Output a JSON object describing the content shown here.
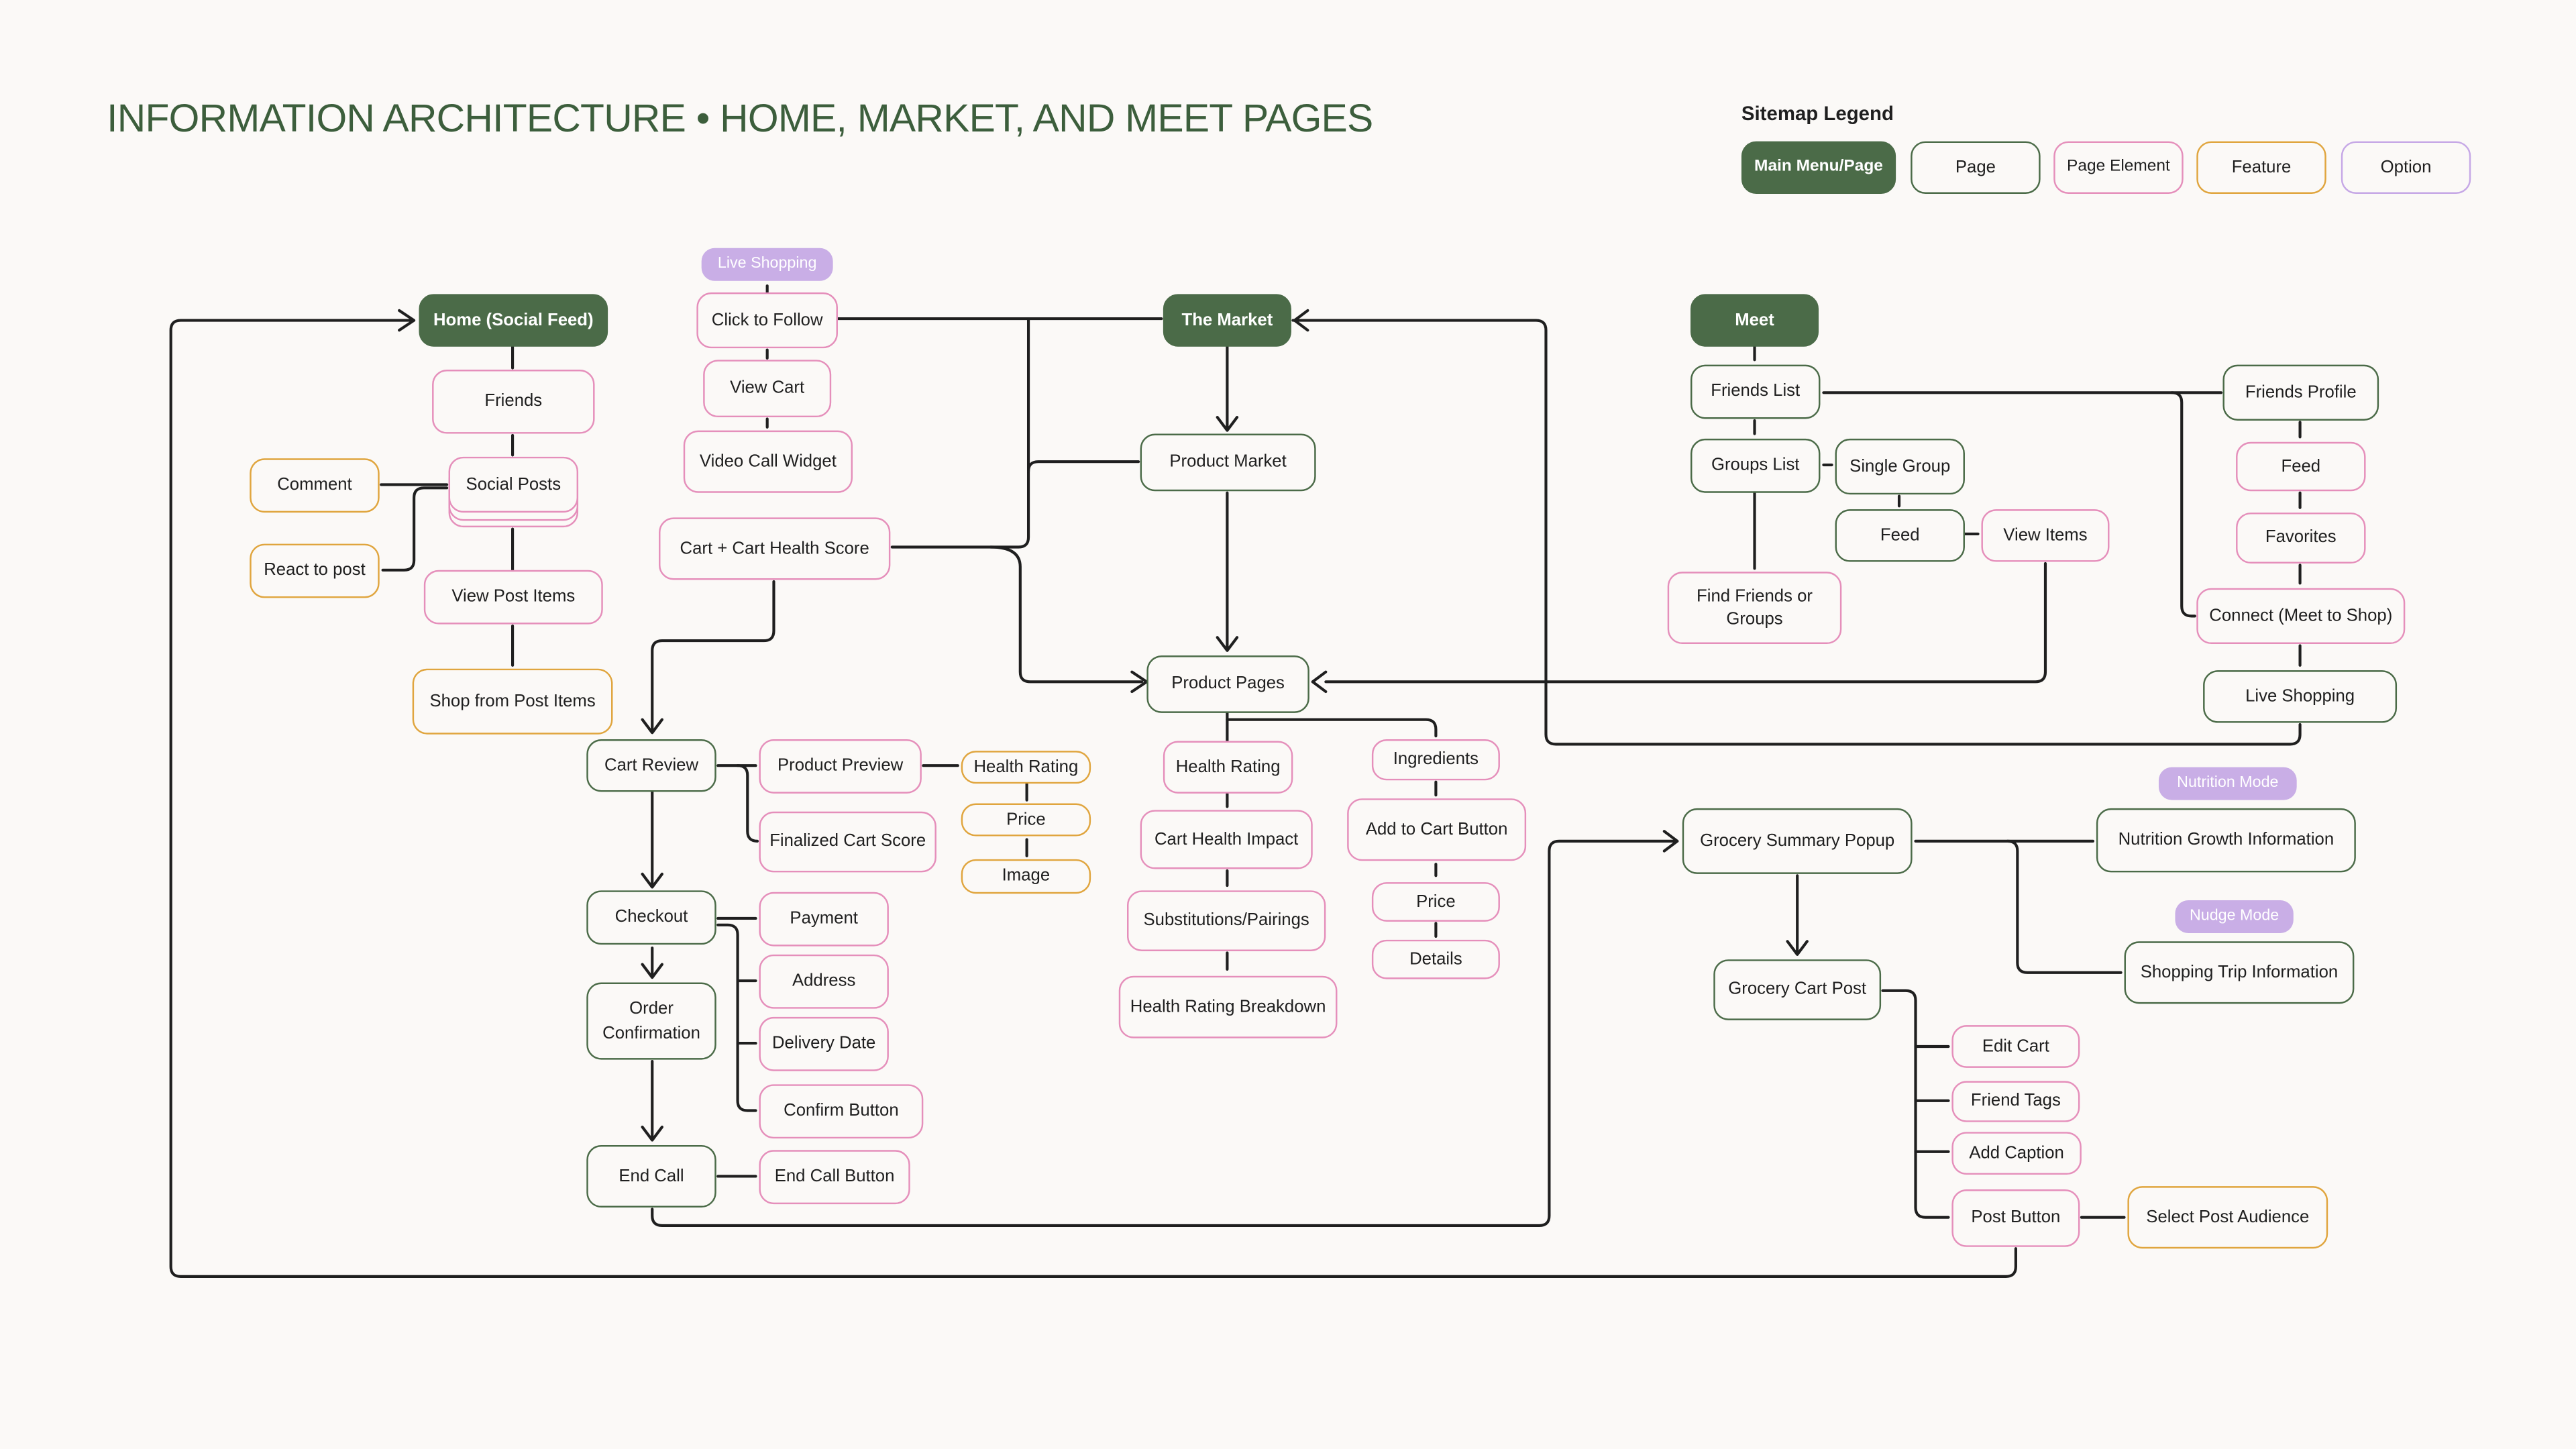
{
  "title": "INFORMATION ARCHITECTURE • HOME, MARKET, AND MEET PAGES",
  "legend": {
    "title": "Sitemap Legend",
    "main": "Main Menu/Page",
    "page": "Page",
    "element": "Page Element",
    "feature": "Feature",
    "option": "Option"
  },
  "colors": {
    "main_fill": "#4b6b48",
    "page_border": "#4b6b48",
    "element_border": "#e58fbb",
    "feature_border": "#e0a53e",
    "option_fill": "#c9aee6",
    "background": "#fbf9f7"
  },
  "home": {
    "main": "Home (Social Feed)",
    "friends": "Friends",
    "social_posts": "Social Posts",
    "comment": "Comment",
    "react": "React to post",
    "view_post_items": "View Post Items",
    "shop_from_post": "Shop from Post Items"
  },
  "live": {
    "tag": "Live Shopping",
    "click_follow": "Click to Follow",
    "view_cart": "View Cart",
    "video_widget": "Video Call Widget",
    "cart_score": "Cart + Cart Health Score"
  },
  "market": {
    "main": "The Market",
    "product_market": "Product Market",
    "product_pages": "Product Pages",
    "health_rating": "Health Rating",
    "cart_impact": "Cart Health Impact",
    "substitutions": "Substitutions/Pairings",
    "rating_breakdown": "Health Rating Breakdown",
    "ingredients": "Ingredients",
    "add_to_cart": "Add to Cart Button",
    "price": "Price",
    "details": "Details"
  },
  "checkout": {
    "cart_review": "Cart Review",
    "product_preview": "Product Preview",
    "health_rating": "Health Rating",
    "price": "Price",
    "image": "Image",
    "finalized_score": "Finalized Cart Score",
    "checkout": "Checkout",
    "payment": "Payment",
    "address": "Address",
    "delivery_date": "Delivery Date",
    "confirm_button": "Confirm Button",
    "order_confirmation": "Order Confirmation",
    "end_call": "End Call",
    "end_call_button": "End Call Button"
  },
  "meet": {
    "main": "Meet",
    "friends_list": "Friends List",
    "groups_list": "Groups List",
    "single_group": "Single Group",
    "feed": "Feed",
    "view_items": "View Items",
    "find_friends": "Find Friends or Groups",
    "friends_profile": "Friends Profile",
    "profile_feed": "Feed",
    "favorites": "Favorites",
    "connect": "Connect (Meet to Shop)",
    "live_shopping": "Live Shopping"
  },
  "grocery": {
    "summary_popup": "Grocery Summary Popup",
    "nutrition_tag": "Nutrition Mode",
    "nutrition_info": "Nutrition Growth Information",
    "nudge_tag": "Nudge Mode",
    "shopping_trip": "Shopping Trip Information",
    "cart_post": "Grocery Cart Post",
    "edit_cart": "Edit Cart",
    "friend_tags": "Friend Tags",
    "add_caption": "Add Caption",
    "post_button": "Post Button",
    "select_audience": "Select Post Audience"
  }
}
